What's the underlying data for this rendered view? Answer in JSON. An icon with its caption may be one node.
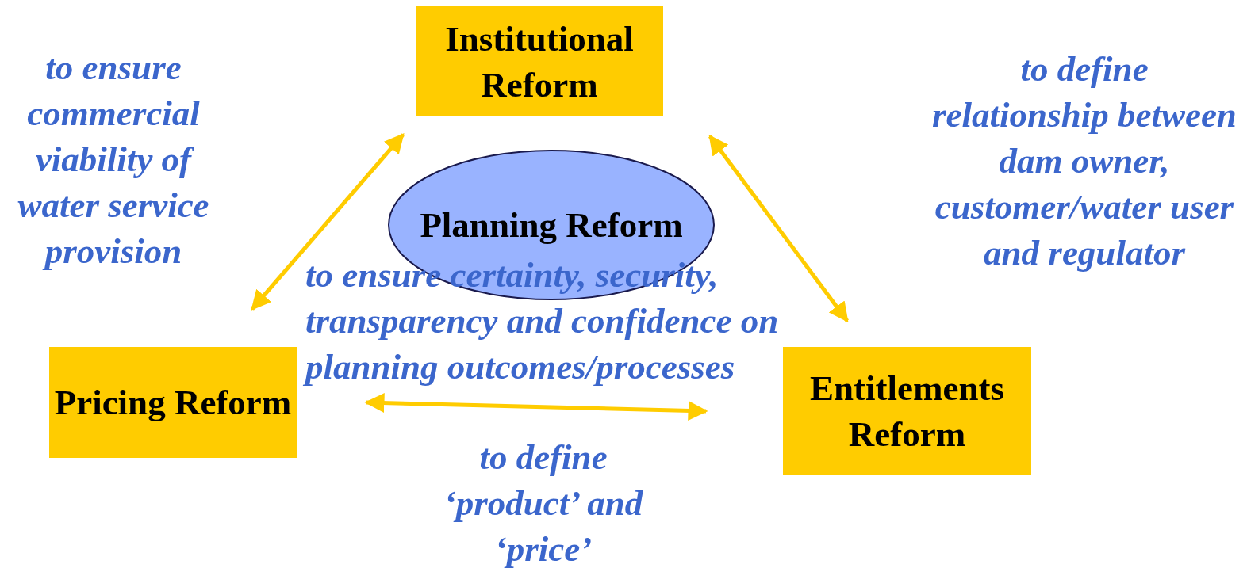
{
  "diagram": {
    "nodes": [
      {
        "text": [
          "Institutional Reform"
        ]
      },
      {
        "text": [
          "Planning Reform"
        ]
      },
      {
        "text": [
          "Pricing Reform"
        ]
      },
      {
        "text": [
          "Entitlements Reform"
        ]
      }
    ],
    "edges": [
      {
        "from": 0,
        "to": 2,
        "arrow": "both"
      },
      {
        "from": 0,
        "to": 3,
        "arrow": "both"
      },
      {
        "from": 2,
        "to": 3,
        "arrow": "both"
      }
    ],
    "labels": [
      "to ensure commercial viability of water service provision",
      "to define relationship between dam owner, customer/water user and regulator",
      "to ensure certainty, security, transparency and confidence on planning outcomes/processes",
      "to define ‘product’ and ‘price’"
    ]
  }
}
